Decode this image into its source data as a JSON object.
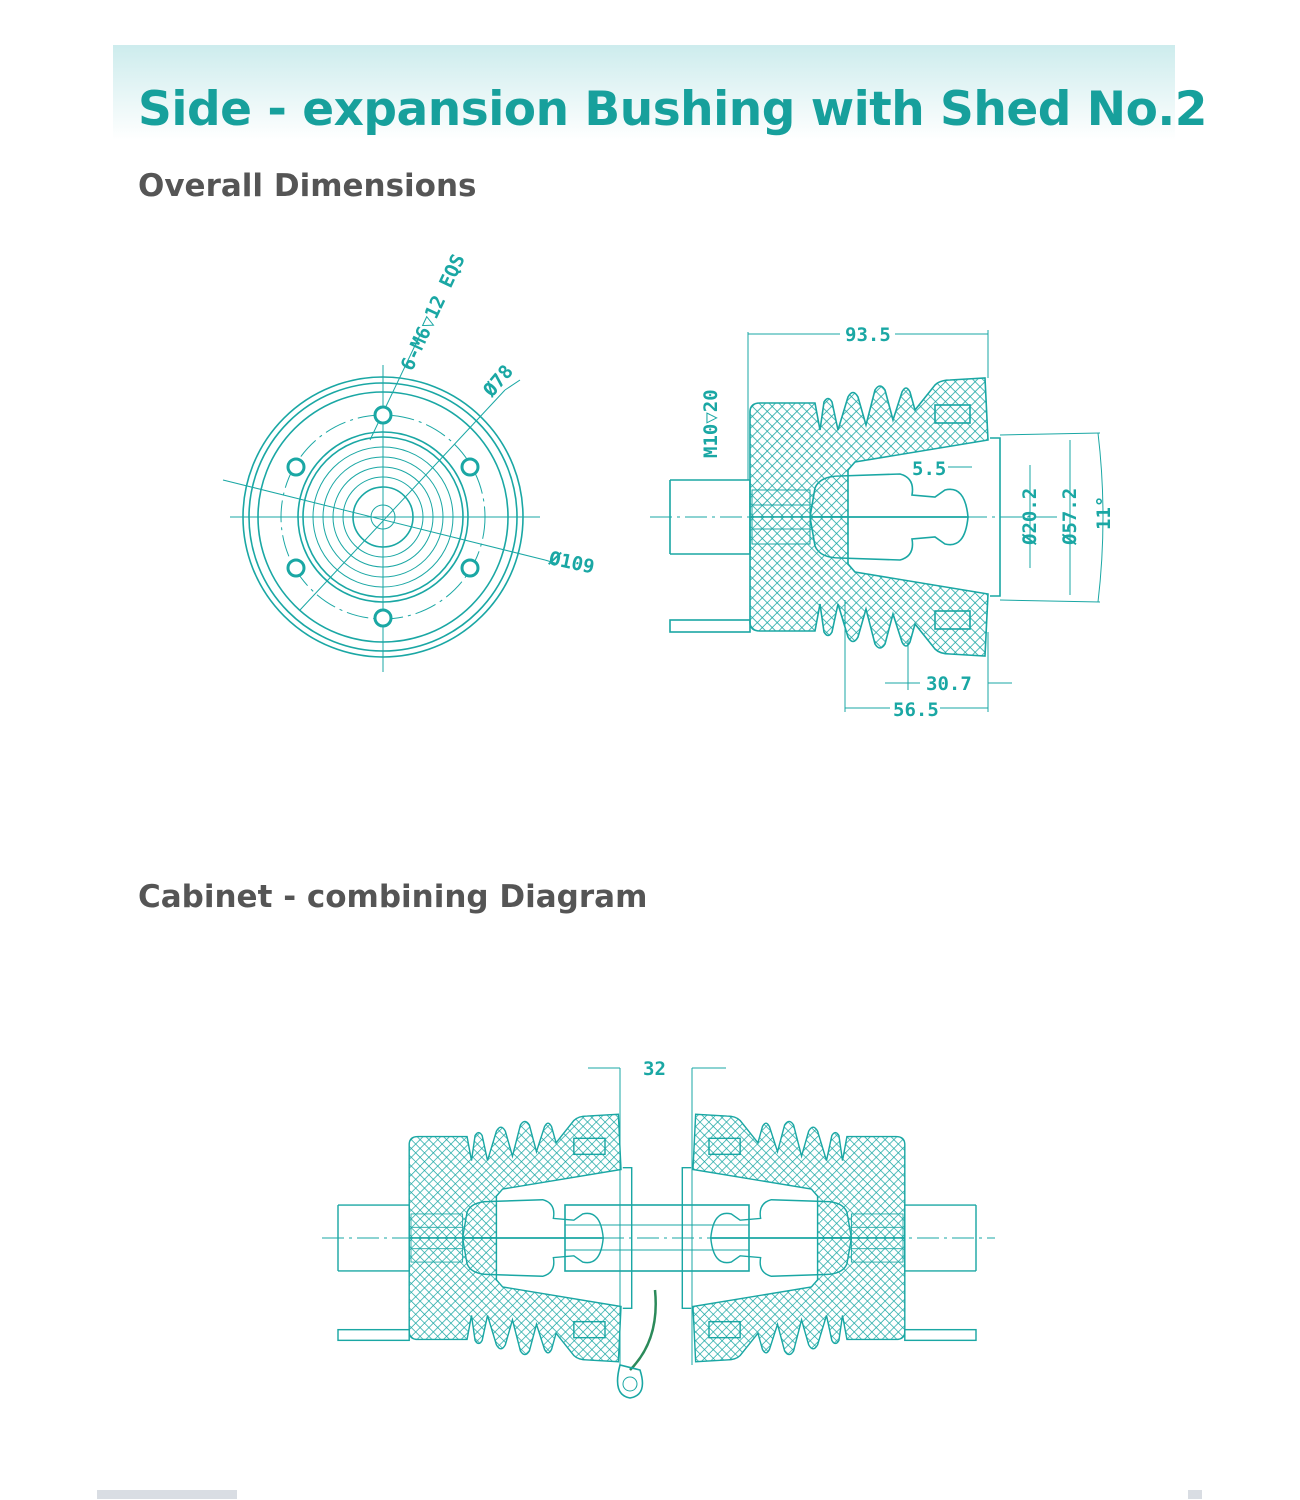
{
  "header": {
    "title": "Side - expansion Bushing with Shed No.2"
  },
  "sections": {
    "overall": "Overall Dimensions",
    "cabinet": "Cabinet - combining Diagram"
  },
  "front_view": {
    "bolt_label": "6-M6▽12 EQS",
    "dia_inner": "Ø78",
    "dia_outer": "Ø109"
  },
  "side_view": {
    "length": "93.5",
    "thread": "M10▽20",
    "offset": "5.5",
    "dia_pin": "Ø20.2",
    "dia_cone": "Ø57.2",
    "angle": "11°",
    "len_a": "30.7",
    "len_b": "56.5"
  },
  "cabinet_view": {
    "gap": "32"
  },
  "colors": {
    "accent": "#1aa7a4",
    "title": "#17a09c",
    "subhead": "#555555"
  }
}
